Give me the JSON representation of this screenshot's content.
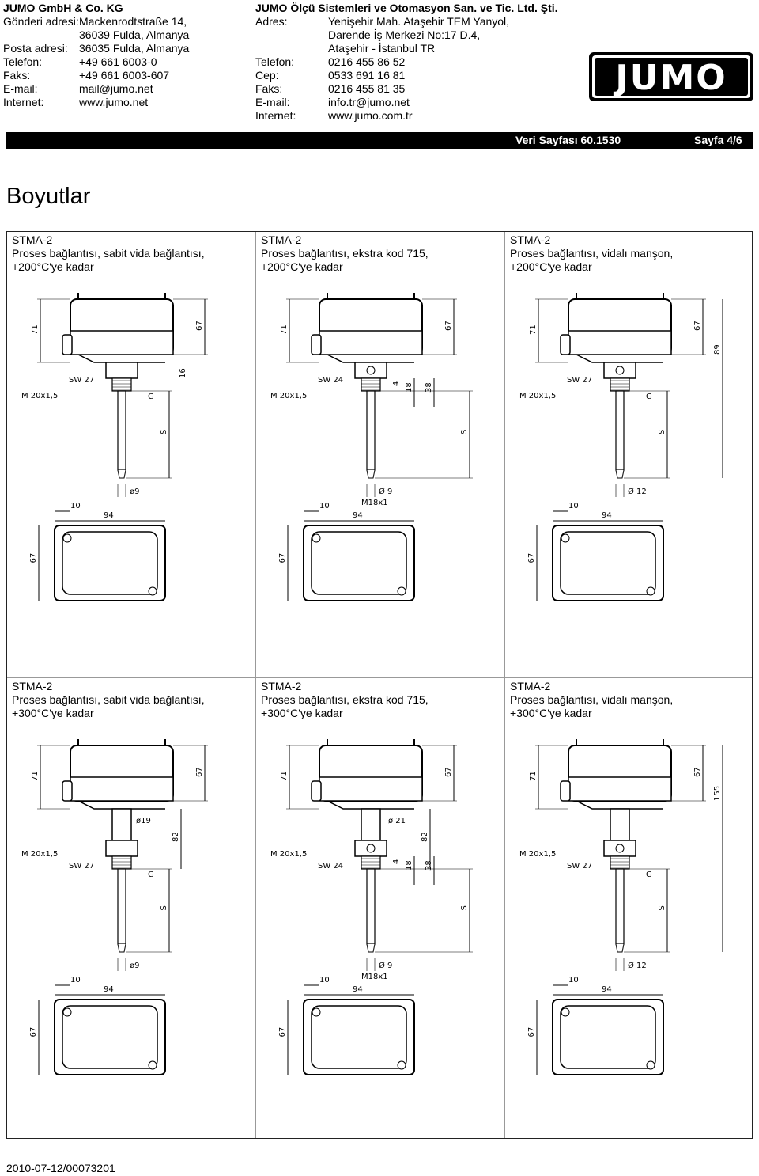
{
  "header": {
    "left": {
      "company": "JUMO GmbH & Co. KG",
      "rows": [
        {
          "label": "Gönderi adresi:",
          "value": "Mackenrodtstraße 14,"
        },
        {
          "label": "",
          "value": "36039 Fulda, Almanya"
        },
        {
          "label": "Posta adresi:",
          "value": "36035 Fulda, Almanya"
        },
        {
          "label": "Telefon:",
          "value": "+49 661 6003-0"
        },
        {
          "label": "Faks:",
          "value": "+49 661 6003-607"
        },
        {
          "label": "E-mail:",
          "value": "mail@jumo.net"
        },
        {
          "label": "Internet:",
          "value": "www.jumo.net"
        }
      ]
    },
    "right": {
      "company": "JUMO Ölçü Sistemleri ve Otomasyon San. ve Tic. Ltd. Şti.",
      "rows": [
        {
          "label": "Adres:",
          "value": "Yenişehir Mah. Ataşehir TEM Yanyol,"
        },
        {
          "label": "",
          "value": "Darende İş Merkezi No:17 D.4,"
        },
        {
          "label": "",
          "value": "Ataşehir - İstanbul TR"
        },
        {
          "label": "Telefon:",
          "value": "0216 455 86 52"
        },
        {
          "label": "Cep:",
          "value": "0533 691 16 81"
        },
        {
          "label": "Faks:",
          "value": "0216 455 81 35"
        },
        {
          "label": "E-mail:",
          "value": "info.tr@jumo.net"
        },
        {
          "label": "Internet:",
          "value": "www.jumo.com.tr"
        }
      ]
    },
    "logo_text": "JUMO"
  },
  "bar": {
    "datasheet": "Veri Sayfası 60.1530",
    "page": "Sayfa 4/6"
  },
  "title": "Boyutlar",
  "cells": [
    {
      "model": "STMA-2",
      "line1": "Proses bağlantısı, sabit vida bağlantısı,",
      "line2": "+200°C'ye kadar",
      "dims": {
        "h1": "71",
        "h2": "67",
        "conn": "16",
        "thread": "M 20x1,5",
        "sw": "SW 27",
        "g": "G",
        "s": "S",
        "dia": "ø9",
        "w1": "10",
        "w2": "94",
        "h3": "67"
      }
    },
    {
      "model": "STMA-2",
      "line1": "Proses bağlantısı, ekstra kod 715,",
      "line2": "+200°C'ye kadar",
      "dims": {
        "h1": "71",
        "h2": "67",
        "d4": "4",
        "d18": "18",
        "d38": "38",
        "thread": "M 20x1,5",
        "sw": "SW 24",
        "s": "S",
        "dia": "Ø 9",
        "m18": "M18x1",
        "w1": "10",
        "w2": "94",
        "h3": "67"
      }
    },
    {
      "model": "STMA-2",
      "line1": "Proses bağlantısı, vidalı manşon,",
      "line2": "+200°C'ye kadar",
      "dims": {
        "h1": "71",
        "h2": "67",
        "h89": "89",
        "thread": "M 20x1,5",
        "sw": "SW 27",
        "g": "G",
        "s": "S",
        "dia": "Ø 12",
        "w1": "10",
        "w2": "94",
        "h3": "67"
      }
    },
    {
      "model": "STMA-2",
      "line1": "Proses bağlantısı, sabit vida bağlantısı,",
      "line2": "+300°C'ye kadar",
      "dims": {
        "h1": "71",
        "h2": "67",
        "d19": "ø19",
        "d82": "82",
        "thread": "M 20x1,5",
        "sw": "SW 27",
        "g": "G",
        "s": "S",
        "dia": "ø9",
        "w1": "10",
        "w2": "94",
        "h3": "67"
      }
    },
    {
      "model": "STMA-2",
      "line1": "Proses bağlantısı, ekstra kod 715,",
      "line2": "+300°C'ye kadar",
      "dims": {
        "h1": "71",
        "h2": "67",
        "d21": "ø 21",
        "d82": "82",
        "d4": "4",
        "d18": "18",
        "d38": "38",
        "thread": "M 20x1,5",
        "sw": "SW 24",
        "s": "S",
        "dia": "Ø 9",
        "m18": "M18x1",
        "w1": "10",
        "w2": "94",
        "h3": "67"
      }
    },
    {
      "model": "STMA-2",
      "line1": "Proses bağlantısı, vidalı manşon,",
      "line2": "+300°C'ye kadar",
      "dims": {
        "h1": "71",
        "h2": "67",
        "h155": "155",
        "thread": "M 20x1,5",
        "sw": "SW 27",
        "g": "G",
        "s": "S",
        "dia": "Ø 12",
        "w1": "10",
        "w2": "94",
        "h3": "67"
      }
    }
  ],
  "footer": "2010-07-12/00073201"
}
